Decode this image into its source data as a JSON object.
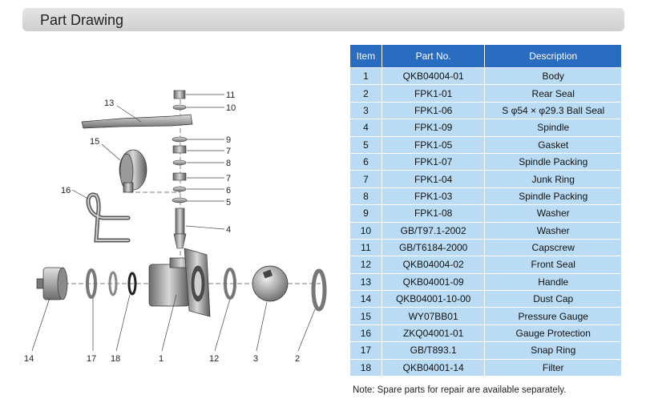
{
  "header": {
    "title": "Part Drawing"
  },
  "table": {
    "columns": [
      "Item",
      "Part No.",
      "Description"
    ],
    "rows": [
      [
        "1",
        "QKB04004-01",
        "Body"
      ],
      [
        "2",
        "FPK1-01",
        "Rear Seal"
      ],
      [
        "3",
        "FPK1-06",
        "S φ54 × φ29.3  Ball Seal"
      ],
      [
        "4",
        "FPK1-09",
        "Spindle"
      ],
      [
        "5",
        "FPK1-05",
        "Gasket"
      ],
      [
        "6",
        "FPK1-07",
        "Spindle Packing"
      ],
      [
        "7",
        "FPK1-04",
        "Junk Ring"
      ],
      [
        "8",
        "FPK1-03",
        "Spindle Packing"
      ],
      [
        "9",
        "FPK1-08",
        "Washer"
      ],
      [
        "10",
        "GB/T97.1-2002",
        "Washer"
      ],
      [
        "11",
        "GB/T6184-2000",
        "Capscrew"
      ],
      [
        "12",
        "QKB04004-02",
        "Front Seal"
      ],
      [
        "13",
        "QKB04001-09",
        "Handle"
      ],
      [
        "14",
        "QKB04001-10-00",
        "Dust Cap"
      ],
      [
        "15",
        "WY07BB01",
        "Pressure Gauge"
      ],
      [
        "16",
        "ZKQ04001-01",
        "Gauge Protection"
      ],
      [
        "17",
        "GB/T893.1",
        "Snap Ring"
      ],
      [
        "18",
        "QKB04001-14",
        "Filter"
      ]
    ]
  },
  "drawing": {
    "callouts": [
      "13",
      "15",
      "16",
      "11",
      "10",
      "9",
      "7",
      "8",
      "7",
      "6",
      "5",
      "4",
      "14",
      "17",
      "18",
      "1",
      "12",
      "3",
      "2"
    ]
  },
  "note": "Note: Spare parts for repair are available separately.",
  "colors": {
    "header_bg": "#d6d6d6",
    "table_header": "#2a6cc0",
    "table_cell": "#b9dcf4"
  }
}
